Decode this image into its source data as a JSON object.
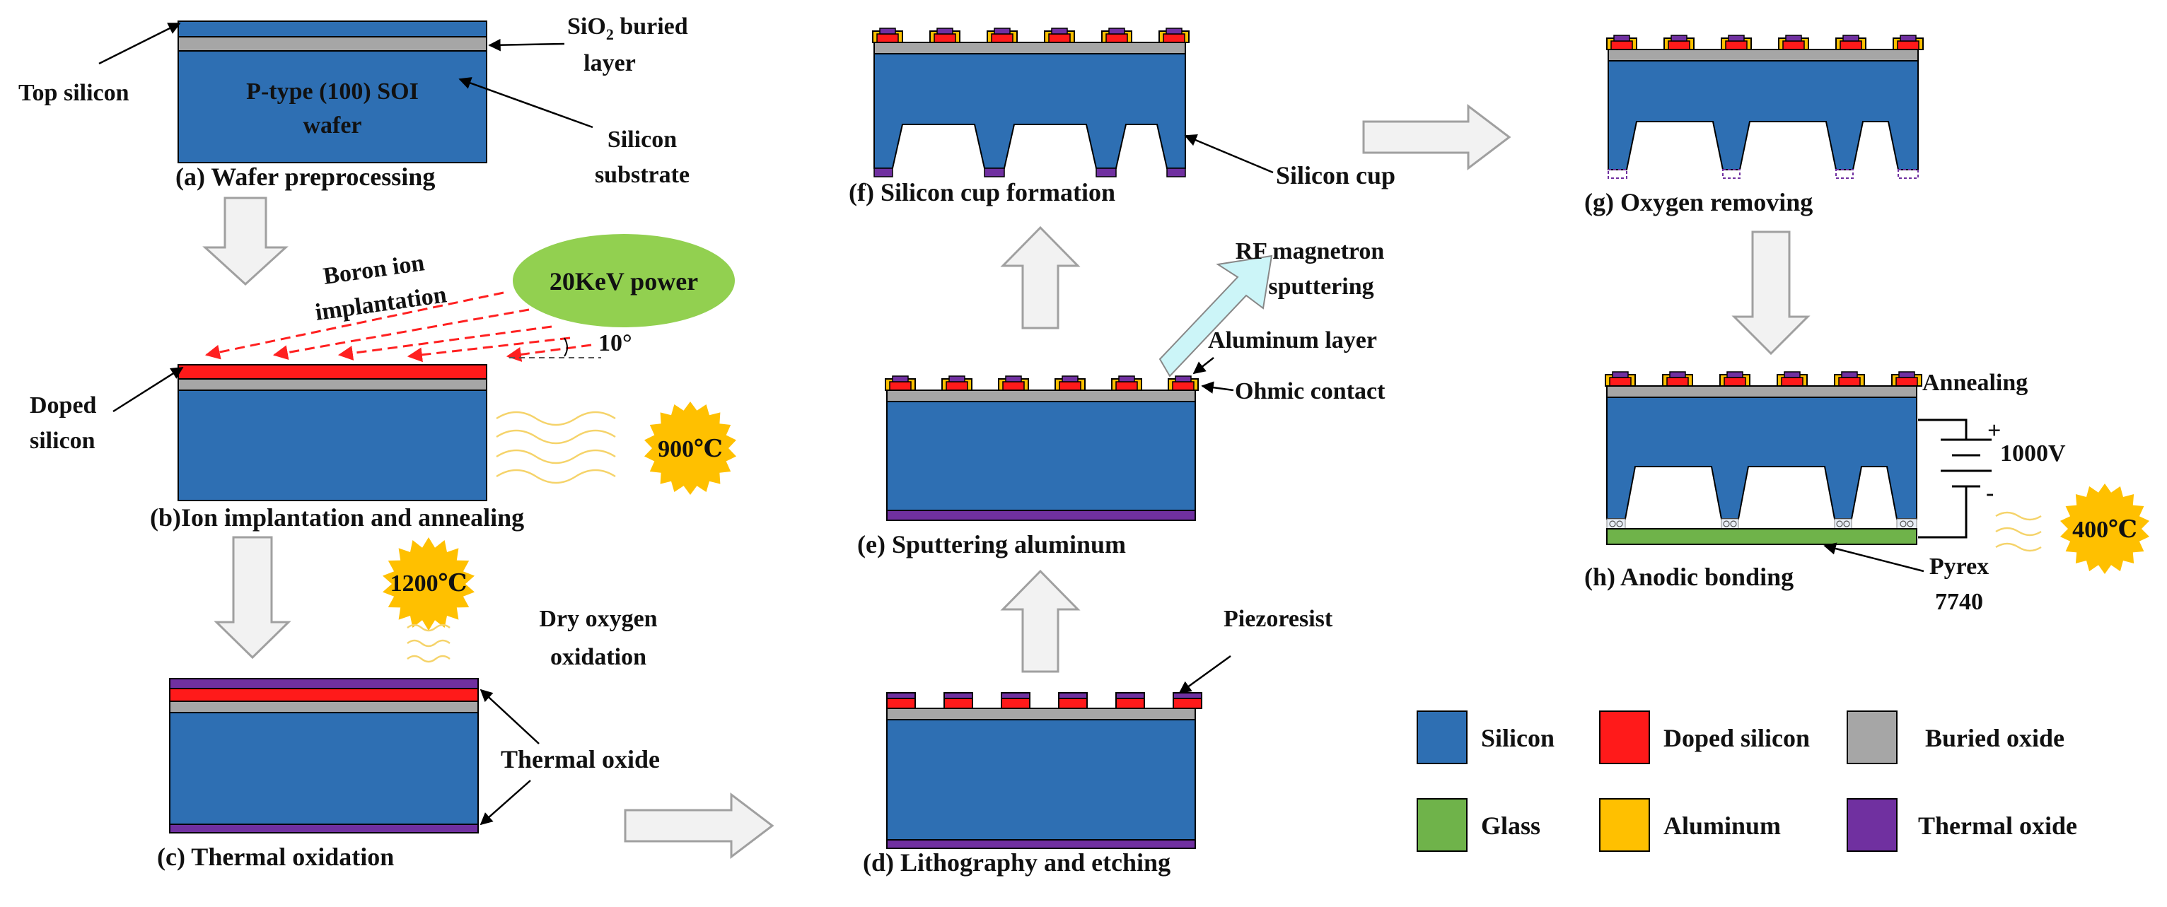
{
  "colors": {
    "silicon": "#2e6fb3",
    "doped_silicon": "#ff1a1a",
    "buried_oxide": "#a6a6a6",
    "glass": "#6fb34a",
    "aluminum": "#ffc000",
    "thermal_oxide": "#7030a0",
    "power": "#92d050",
    "sun": "#ffc000",
    "arrow_fill": "#f2f2f2",
    "arrow_stroke": "#a0a0a0",
    "rf_arrow": "#ccf5f8",
    "laser": "#ff2020"
  },
  "steps": {
    "a": "(a) Wafer preprocessing",
    "b": "(b)Ion implantation and annealing",
    "c": "(c) Thermal oxidation",
    "d": "(d) Lithography and etching",
    "e": "(e) Sputtering aluminum",
    "f": "(f) Silicon cup formation",
    "g": "(g) Oxygen removing",
    "h": "(h) Anodic bonding"
  },
  "labels": {
    "sio2_prefix": "SiO",
    "sio2_sub": "2",
    "sio2_suffix": " buried",
    "layer": "layer",
    "top_silicon": "Top silicon",
    "wafer_line1": "P-type (100) SOI",
    "wafer_line2": "wafer",
    "silicon": "Silicon",
    "substrate": "substrate",
    "boron_line1": "Boron ion",
    "boron_line2": "implantation",
    "power": "20KeV power",
    "angle": "10°",
    "doped": "Doped",
    "doped_silicon_word": "silicon",
    "temp_900": "900℃",
    "temp_1200": "1200℃",
    "dry_line1": "Dry oxygen",
    "dry_line2": "oxidation",
    "thermal_oxide": "Thermal oxide",
    "piezoresist": "Piezoresist",
    "rf_line1": "RF magnetron",
    "rf_line2": "sputtering",
    "aluminum_layer": "Aluminum layer",
    "ohmic": "Ohmic contact",
    "silicon_cup": "Silicon cup",
    "annealing": "Annealing",
    "plus": "+",
    "minus": "-",
    "voltage": "1000V",
    "temp_400": "400℃",
    "pyrex_line1": "Pyrex",
    "pyrex_line2": "7740"
  },
  "legend": [
    {
      "label": "Silicon",
      "color": "#2e6fb3"
    },
    {
      "label": "Doped silicon",
      "color": "#ff1a1a"
    },
    {
      "label": "Buried oxide",
      "color": "#a6a6a6"
    },
    {
      "label": "Glass",
      "color": "#6fb34a"
    },
    {
      "label": "Aluminum",
      "color": "#ffc000"
    },
    {
      "label": "Thermal oxide",
      "color": "#7030a0"
    }
  ]
}
